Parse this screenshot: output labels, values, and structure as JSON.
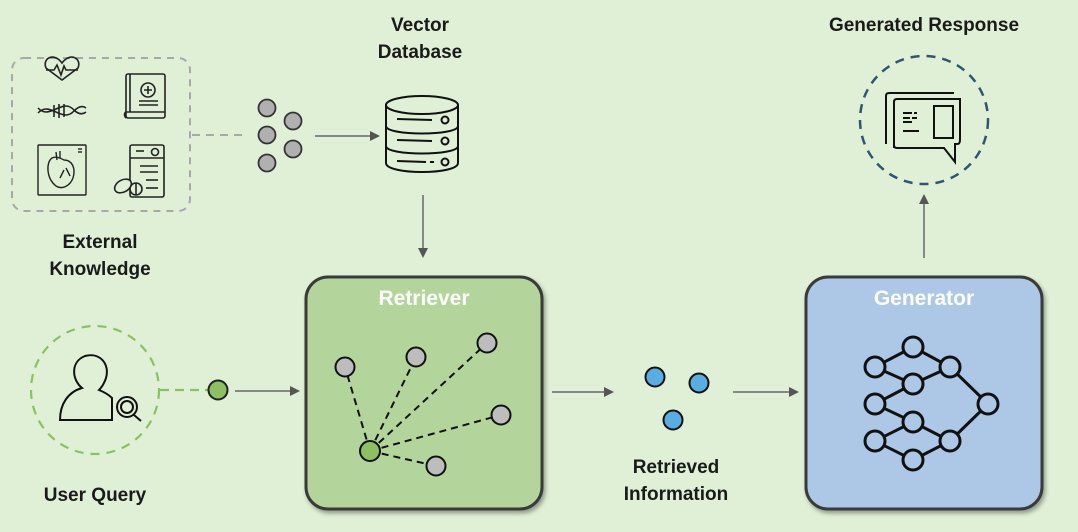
{
  "labels": {
    "external_knowledge": "External\nKnowledge",
    "external_line1": "External",
    "external_line2": "Knowledge",
    "vector_db_line1": "Vector",
    "vector_db_line2": "Database",
    "user_query": "User Query",
    "retriever": "Retriever",
    "retrieved_line1": "Retrieved",
    "retrieved_line2": "Information",
    "generator": "Generator",
    "generated_response": "Generated Response"
  },
  "colors": {
    "background": "#e0f0d6",
    "retriever_fill": "#b3d49a",
    "generator_fill": "#adc8e6",
    "query_node": "#8cc063",
    "retrieved_node": "#5aade0",
    "neutral_node": "#b8b8b8",
    "response_circle": "#2e5670",
    "query_circle": "#8cc063"
  },
  "icons": {
    "knowledge": [
      "heart-dna-icon",
      "medical-book-icon",
      "heart-xray-icon",
      "prescription-pills-icon"
    ],
    "vector_db": "database-icon",
    "user_query": "user-search-icon",
    "generator": "neural-network-icon",
    "generated_response": "chat-document-icon"
  }
}
